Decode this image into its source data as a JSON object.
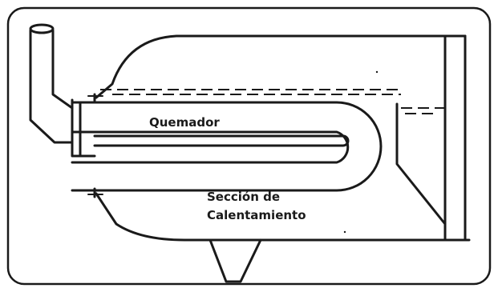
{
  "labels": {
    "burner": "Quemador",
    "heating_section_line1": "Sección de",
    "heating_section_line2": "Calentamiento"
  },
  "colors": {
    "ink": "#1a1a1a",
    "background": "#ffffff"
  }
}
